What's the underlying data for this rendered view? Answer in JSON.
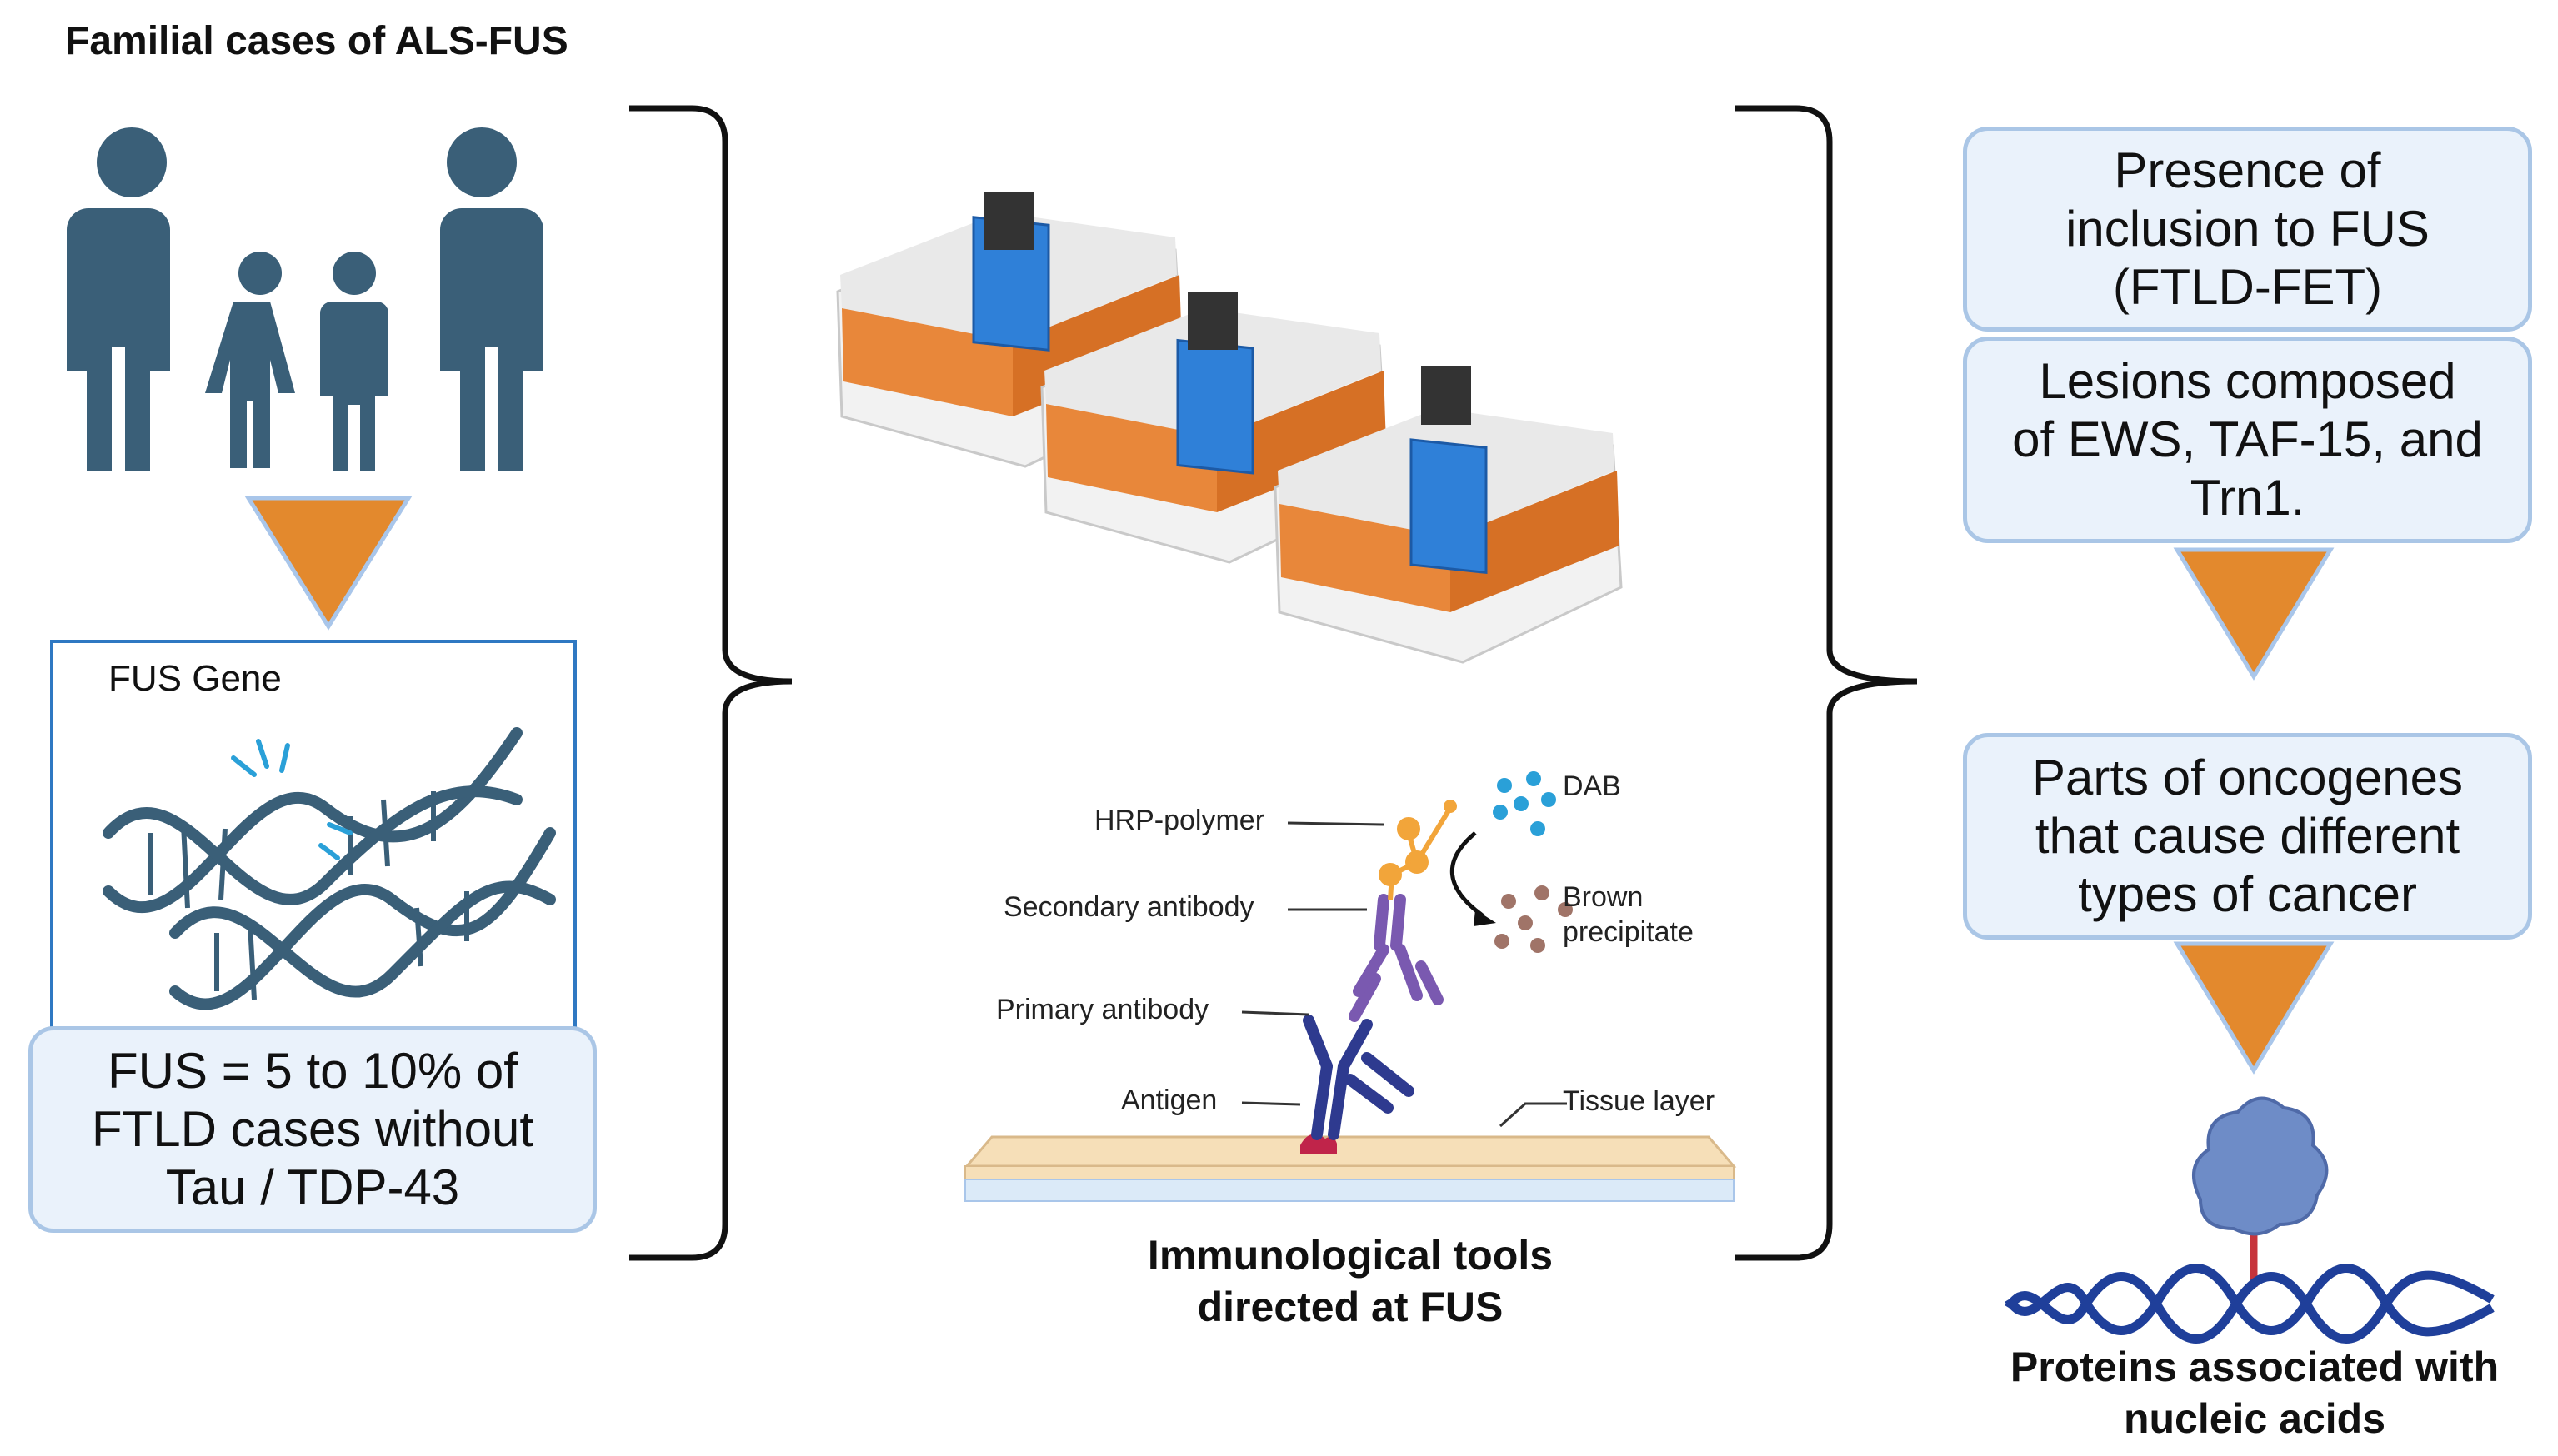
{
  "left": {
    "title": "Familial cases of ALS-FUS",
    "gene_label": "FUS Gene",
    "fus_box": [
      "FUS = 5 to 10% of",
      "FTLD cases without",
      "Tau / TDP-43"
    ]
  },
  "center": {
    "labels": {
      "hrp": "HRP-polymer",
      "dab": "DAB",
      "secondary": "Secondary antibody",
      "brown": "Brown",
      "precipitate": "precipitate",
      "primary": "Primary antibody",
      "antigen": "Antigen",
      "tissue": "Tissue layer"
    },
    "caption": [
      "Immunological tools",
      "directed at FUS"
    ]
  },
  "right": {
    "box1": [
      "Presence of",
      "inclusion to FUS",
      "(FTLD-FET)"
    ],
    "box2": [
      "Lesions composed",
      "of EWS, TAF-15, and",
      "Trn1."
    ],
    "box3": [
      "Parts of oncogenes",
      "that cause different",
      "types of cancer"
    ],
    "caption": [
      "Proteins associated with",
      "nucleic acids"
    ]
  },
  "colors": {
    "people": "#3a5f78",
    "arrow": "#e3892d",
    "box_fill": "#eaf2fb",
    "box_border": "#aac6e6",
    "device_orange": "#e8873a",
    "device_lid": "#2f80d8",
    "antibody_primary": "#2e3a8f",
    "antibody_secondary": "#7a59b0",
    "hrp": "#f2a53a",
    "dab": "#2aa0d8",
    "brown": "#a07468",
    "protein": "#6e8cc7",
    "dna": "#1f3f9a"
  }
}
